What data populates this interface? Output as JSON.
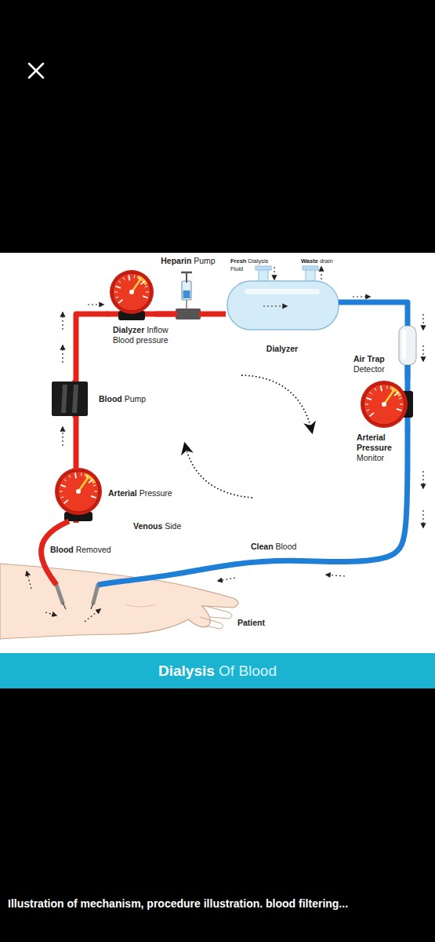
{
  "diagram": {
    "title": "Dialysis Of Blood",
    "caption": "Illustration of mechanism, procedure illustration. blood filtering...",
    "nodes": [
      {
        "text": [
          "Heparin Pump"
        ]
      },
      {
        "text": [
          "Dialyzer Inflow Blood pressure"
        ]
      },
      {
        "text": [
          "Dialyzer"
        ]
      },
      {
        "text": [
          "Air Trap Detector"
        ]
      },
      {
        "text": [
          "Blood Pump"
        ]
      },
      {
        "text": [
          "Arterial Pressure Monitor"
        ]
      },
      {
        "text": [
          "Arterial Pressure"
        ]
      },
      {
        "text": [
          "Patient"
        ]
      }
    ],
    "edges": [
      {
        "from": 7,
        "to": 6,
        "label": "Blood Removed",
        "arrow": "none"
      },
      {
        "from": 6,
        "to": 4,
        "arrow": "none"
      },
      {
        "from": 4,
        "to": 1,
        "arrow": "none"
      },
      {
        "from": 1,
        "to": 0,
        "arrow": "none"
      },
      {
        "from": 0,
        "to": 2,
        "arrow": "none"
      },
      {
        "from": 2,
        "to": 3,
        "arrow": "none"
      },
      {
        "from": 3,
        "to": 5,
        "arrow": "none"
      },
      {
        "from": 5,
        "to": 7,
        "label": "Clean Blood",
        "arrow": "none"
      }
    ],
    "labels": [
      "Fresh Dialysis Fluid",
      "Waste drain",
      "Venous Side"
    ]
  }
}
